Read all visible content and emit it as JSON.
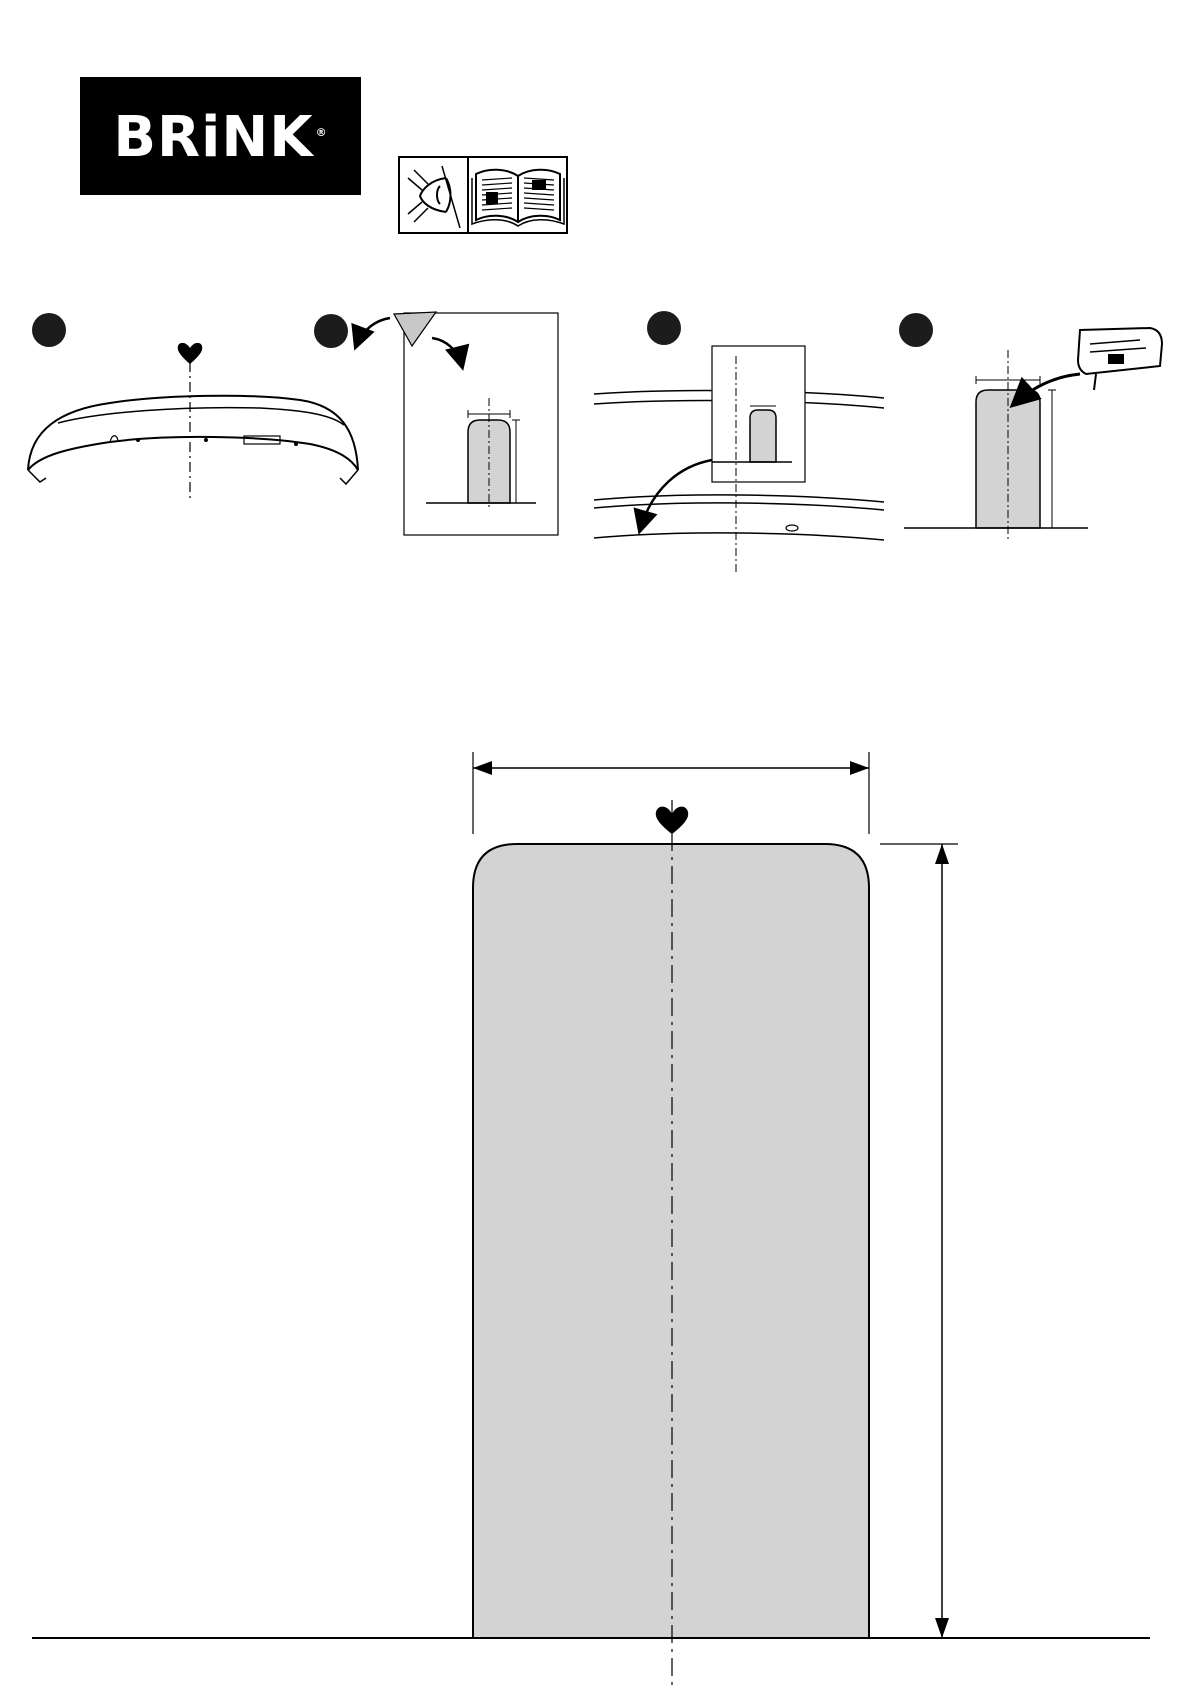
{
  "logo": {
    "text": "BRiNK",
    "registered": "®"
  },
  "instruction_icons": [
    "eye-icon",
    "open-book-icon"
  ],
  "steps": [
    {
      "id": "step-1",
      "illustration": "rear-bumper-with-center-mark"
    },
    {
      "id": "step-2",
      "illustration": "template-sheet-cutout"
    },
    {
      "id": "step-3",
      "illustration": "template-on-bumper-position"
    },
    {
      "id": "step-4",
      "illustration": "jigsaw-cut-opening"
    }
  ],
  "template": {
    "fill": "#d3d3d3",
    "center_mark": "heart-icon"
  },
  "colors": {
    "ink": "#000000",
    "fill": "#d3d3d3",
    "logo_bg": "#000000"
  }
}
